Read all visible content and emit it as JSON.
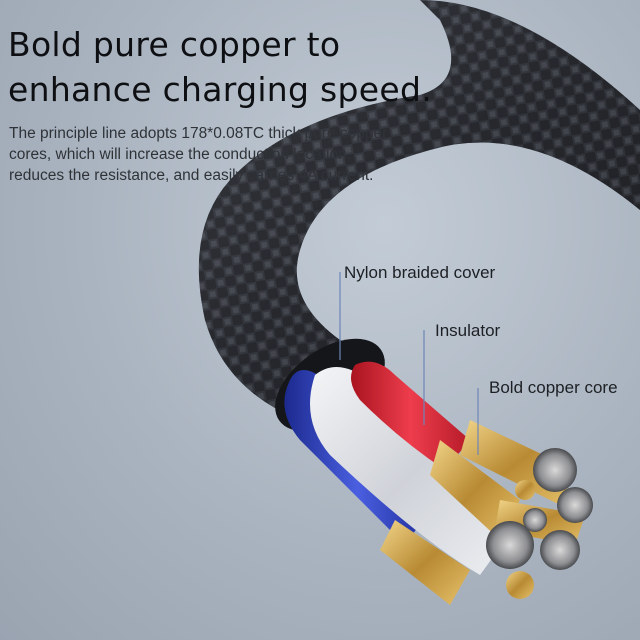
{
  "headline": {
    "line1": "Bold pure copper to",
    "line2": "enhance charging speed."
  },
  "description": {
    "line1": "The principle line adopts 178*0.08TC thick pure copper",
    "line2": "cores, which will increase the conduction location,",
    "line3": "reduces the resistance, and easily carries 4A current."
  },
  "callouts": {
    "nylon": "Nylon braided cover",
    "insulator": "Insulator",
    "copper": "Bold copper core"
  },
  "colors": {
    "background": "#aab4c0",
    "braid": "#2b2d33",
    "insulator_red": "#d8283a",
    "insulator_blue": "#2c3fb8",
    "insulator_white": "#e4e6ea",
    "copper": "#c9a44e"
  }
}
